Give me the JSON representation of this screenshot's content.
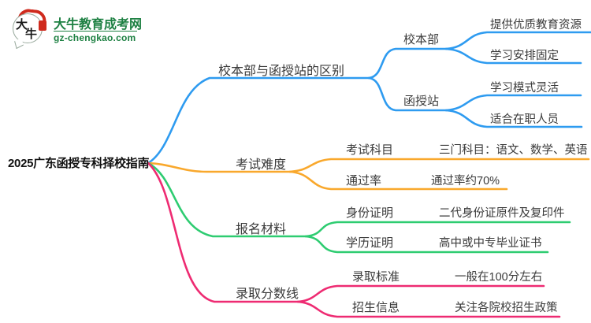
{
  "brand": {
    "name": "大牛教育成考网",
    "domain": "gz-chengkao.com",
    "logo_char1": "大",
    "logo_char2": "牛",
    "green": "#1d8042",
    "red": "#cf2a1d"
  },
  "root": {
    "title": "2025广东函授专科择校指南"
  },
  "branches": [
    {
      "label": "校本部与函授站的区别",
      "color": "#2e9bf0",
      "children": [
        {
          "label": "校本部",
          "leaves": [
            "提供优质教育资源",
            "学习安排固定"
          ]
        },
        {
          "label": "函授站",
          "leaves": [
            "学习模式灵活",
            "适合在职人员"
          ]
        }
      ]
    },
    {
      "label": "考试难度",
      "color": "#f9a82c",
      "children": [
        {
          "label": "考试科目",
          "leaves": [
            "三门科目：语文、数学、英语"
          ]
        },
        {
          "label": "通过率",
          "leaves": [
            "通过率约70%"
          ]
        }
      ]
    },
    {
      "label": "报名材料",
      "color": "#2ecc71",
      "children": [
        {
          "label": "身份证明",
          "leaves": [
            "二代身份证原件及复印件"
          ]
        },
        {
          "label": "学历证明",
          "leaves": [
            "高中或中专毕业证书"
          ]
        }
      ]
    },
    {
      "label": "录取分数线",
      "color": "#ee2b72",
      "children": [
        {
          "label": "录取标准",
          "leaves": [
            "一般在100分左右"
          ]
        },
        {
          "label": "招生信息",
          "leaves": [
            "关注各院校招生政策"
          ]
        }
      ]
    }
  ]
}
